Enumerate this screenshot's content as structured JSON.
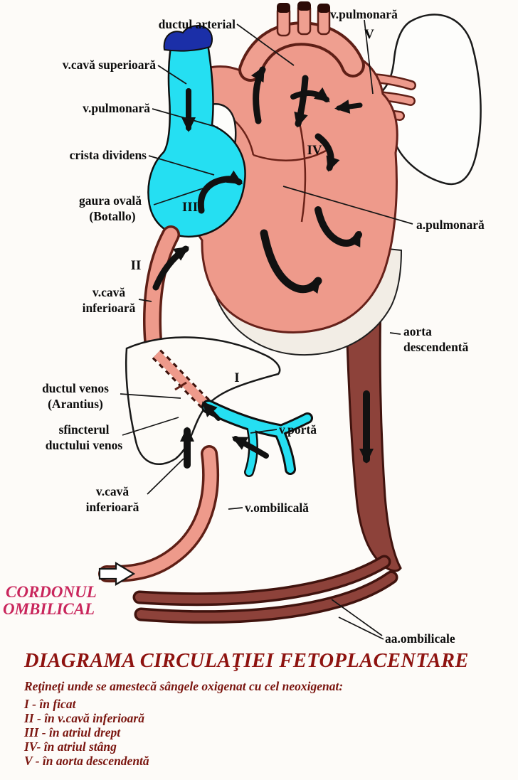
{
  "caption": {
    "title": "DIAGRAMA CIRCULAŢIEI FETOPLACENTARE",
    "subtitle": "Reţineţi unde se amestecă sângele oxigenat cu cel neoxigenat:",
    "items": [
      "I - în ficat",
      "II - în v.cavă inferioară",
      "III - în atriul drept",
      "IV- în atriul stâng",
      "V - în aorta descendentă"
    ]
  },
  "labels": {
    "ductul_arterial": "ductul arterial",
    "v_pulmonara_top": "v.pulmonară",
    "v_cava_superioara": "v.cavă superioară",
    "v_pulmonara_left": "v.pulmonară",
    "crista_dividens": "crista dividens",
    "gaura_ovala": "gaura ovală",
    "botallo": "(Botallo)",
    "a_pulmonara": "a.pulmonară",
    "v_cava_sup_line1": "v.cavă",
    "v_cava_sup_line2": "inferioară",
    "aorta_line1": "aorta",
    "aorta_line2": "descendentă",
    "ductul_venos_line1": "ductul venos",
    "ductul_venos_line2": "(Arantius)",
    "sfincter_line1": "sfincterul",
    "sfincter_line2": "ductului venos",
    "v_porta": "v.portă",
    "v_cava_inf_line1": "v.cavă",
    "v_cava_inf_line2": "inferioară",
    "v_ombilicala": "v.ombilicală",
    "aa_ombilicale": "aa.ombilicale",
    "cordonul_line1": "CORDONUL",
    "cordonul_line2": "OMBILICAL"
  },
  "numerals": {
    "n1": "I",
    "n2": "II",
    "n3": "III",
    "n4": "IV",
    "n5": "V"
  },
  "colors": {
    "heart_pink": "#ee9a8b",
    "oxygen_cyan": "#25dff2",
    "aorta_dark_red": "#8d423a",
    "title_red": "#8e1310",
    "legend_red": "#7a150f",
    "cord_magenta": "#c9265c"
  }
}
